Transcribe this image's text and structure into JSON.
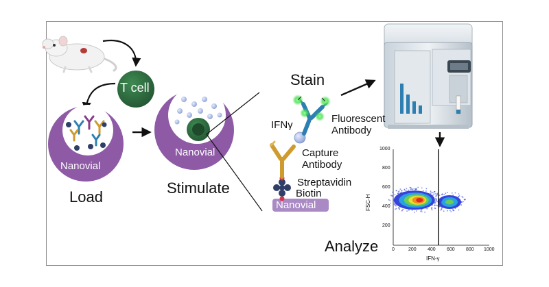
{
  "labels": {
    "t_cell": "T cell",
    "nanovial_left": "Nanovial",
    "nanovial_center": "Nanovial",
    "nanovial_base": "Nanovial",
    "load": "Load",
    "stimulate": "Stimulate",
    "stain": "Stain",
    "ifng": "IFNγ",
    "fluorescent_antibody": "Fluorescent\nAntibody",
    "capture_antibody": "Capture\nAntibody",
    "streptavidin": "Streptavidin",
    "biotin": "Biotin",
    "analyze": "Analyze"
  },
  "colors": {
    "nanovial_purple": "#8e5aa6",
    "tcell_green": "#2f6e3f",
    "capture_gold": "#cf9a2e",
    "fluorescent_blue": "#2c7fb0",
    "streptavidin_navy": "#2f3f68",
    "ifng_ball": "#a8b9e2",
    "fluor_green": "#44e04a"
  },
  "chart_data": {
    "type": "scatter",
    "xlabel": "IFN-γ",
    "ylabel": "FSC-H",
    "xlim": [
      0,
      1000
    ],
    "ylim": [
      0,
      1000
    ],
    "x_ticks": [
      "0",
      "200",
      "400",
      "600",
      "800",
      "1000"
    ],
    "y_ticks": [
      "0",
      "200",
      "400",
      "600",
      "800",
      "1000"
    ],
    "gate_x": 470,
    "populations": [
      {
        "cx": 320,
        "cy": 470,
        "core": "high density"
      },
      {
        "cx": 600,
        "cy": 450,
        "core": "low density"
      }
    ]
  }
}
